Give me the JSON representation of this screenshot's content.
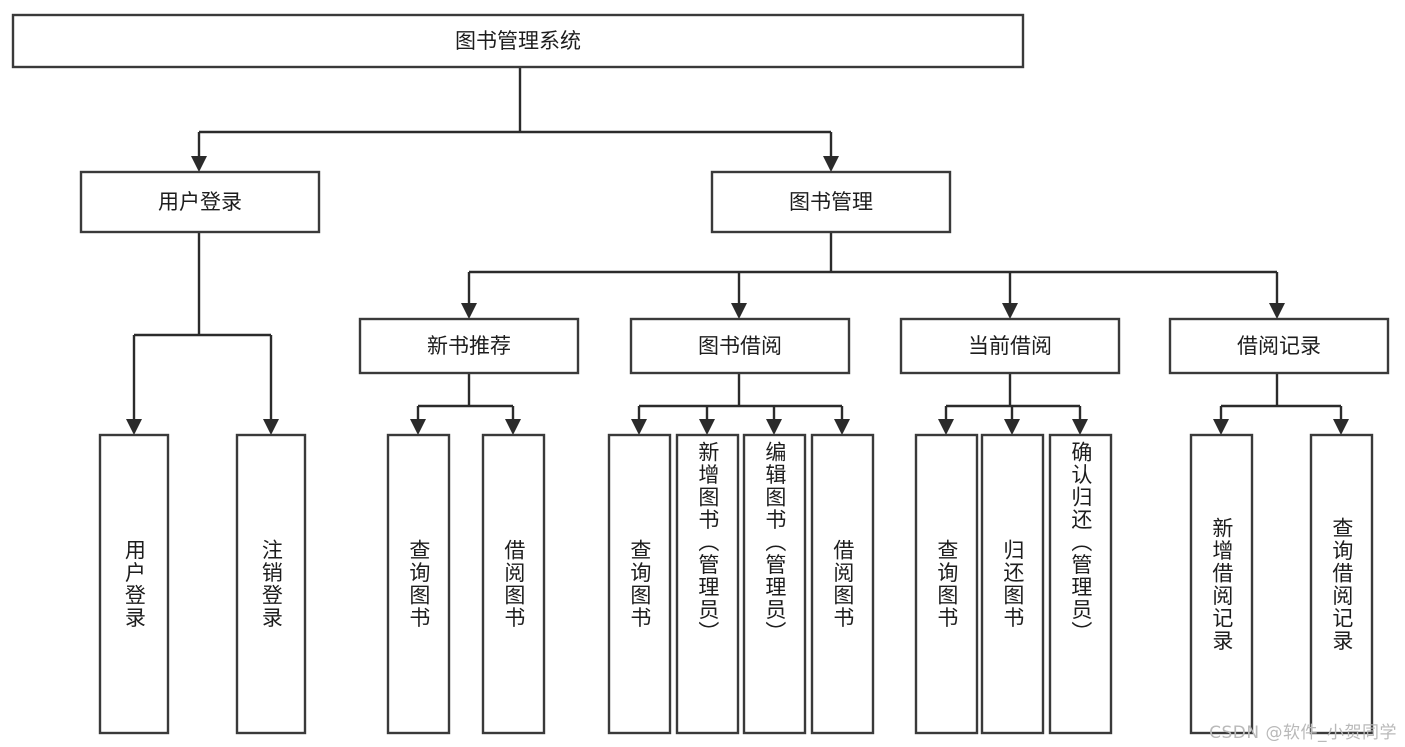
{
  "diagram": {
    "type": "tree",
    "title": "图书管理系统",
    "root": {
      "id": "root",
      "label": "图书管理系统"
    },
    "level1": [
      {
        "id": "user-login",
        "label": "用户登录"
      },
      {
        "id": "book-manage",
        "label": "图书管理"
      }
    ],
    "level2": [
      {
        "id": "new-book-rec",
        "label": "新书推荐",
        "parent": "book-manage"
      },
      {
        "id": "book-borrow",
        "label": "图书借阅",
        "parent": "book-manage"
      },
      {
        "id": "current-borrow",
        "label": "当前借阅",
        "parent": "book-manage"
      },
      {
        "id": "borrow-record",
        "label": "借阅记录",
        "parent": "book-manage"
      }
    ],
    "leaves": {
      "user-login": [
        {
          "id": "leaf-user-login",
          "label": "用户登录"
        },
        {
          "id": "leaf-user-logout",
          "label": "注销登录"
        }
      ],
      "new-book-rec": [
        {
          "id": "leaf-query-book-1",
          "label": "查询图书"
        },
        {
          "id": "leaf-borrow-book-1",
          "label": "借阅图书"
        }
      ],
      "book-borrow": [
        {
          "id": "leaf-query-book-2",
          "label": "查询图书"
        },
        {
          "id": "leaf-add-book",
          "label": "新增图书（管理员）"
        },
        {
          "id": "leaf-edit-book",
          "label": "编辑图书（管理员）"
        },
        {
          "id": "leaf-borrow-book-2",
          "label": "借阅图书"
        }
      ],
      "current-borrow": [
        {
          "id": "leaf-query-book-3",
          "label": "查询图书"
        },
        {
          "id": "leaf-return-book",
          "label": "归还图书"
        },
        {
          "id": "leaf-confirm-return",
          "label": "确认归还（管理员）"
        }
      ],
      "borrow-record": [
        {
          "id": "leaf-add-record",
          "label": "新增借阅记录"
        },
        {
          "id": "leaf-query-record",
          "label": "查询借阅记录"
        }
      ]
    }
  },
  "watermark": {
    "text": "CSDN @软件_小贺同学"
  },
  "colors": {
    "box_stroke": "#3a3a3a",
    "connector": "#2b2b2b",
    "text": "#1d1d1d",
    "background": "#ffffff",
    "watermark": "#b9b9b9"
  }
}
